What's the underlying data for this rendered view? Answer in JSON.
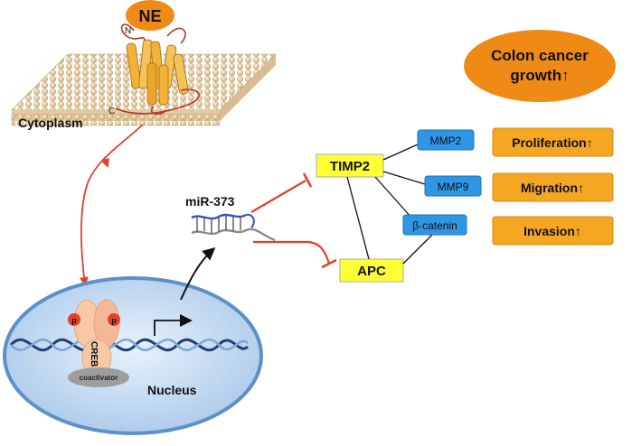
{
  "ligand": {
    "label": "NE"
  },
  "receptor": {
    "n_label": "N",
    "c_label": "C"
  },
  "compartments": {
    "cytoplasm": "Cytoplasm",
    "nucleus": "Nucleus"
  },
  "transcription": {
    "factor": "CREB",
    "phospho_label": "p",
    "coactivator": "coactivator"
  },
  "mirna": {
    "label": "miR-373"
  },
  "targets": {
    "timp2": "TIMP2",
    "apc": "APC"
  },
  "effectors": {
    "mmp2": "MMP2",
    "mmp9": "MMP9",
    "beta_catenin": "β-catenin"
  },
  "outcomes": {
    "proliferation": "Proliferation↑",
    "migration": "Migration↑",
    "invasion": "Invasion↑"
  },
  "phenotype": {
    "line1": "Colon cancer",
    "line2": "growth↑"
  },
  "colors": {
    "arrow_red": "#e2402b",
    "outcome_orange": "#f5a623",
    "phenotype_orange": "#ef8a16",
    "target_yellow": "#ffff33",
    "effector_blue": "#2f96e6",
    "nucleus_blue": "#b6d3ee",
    "membrane_tan": "#e7d2aa"
  }
}
